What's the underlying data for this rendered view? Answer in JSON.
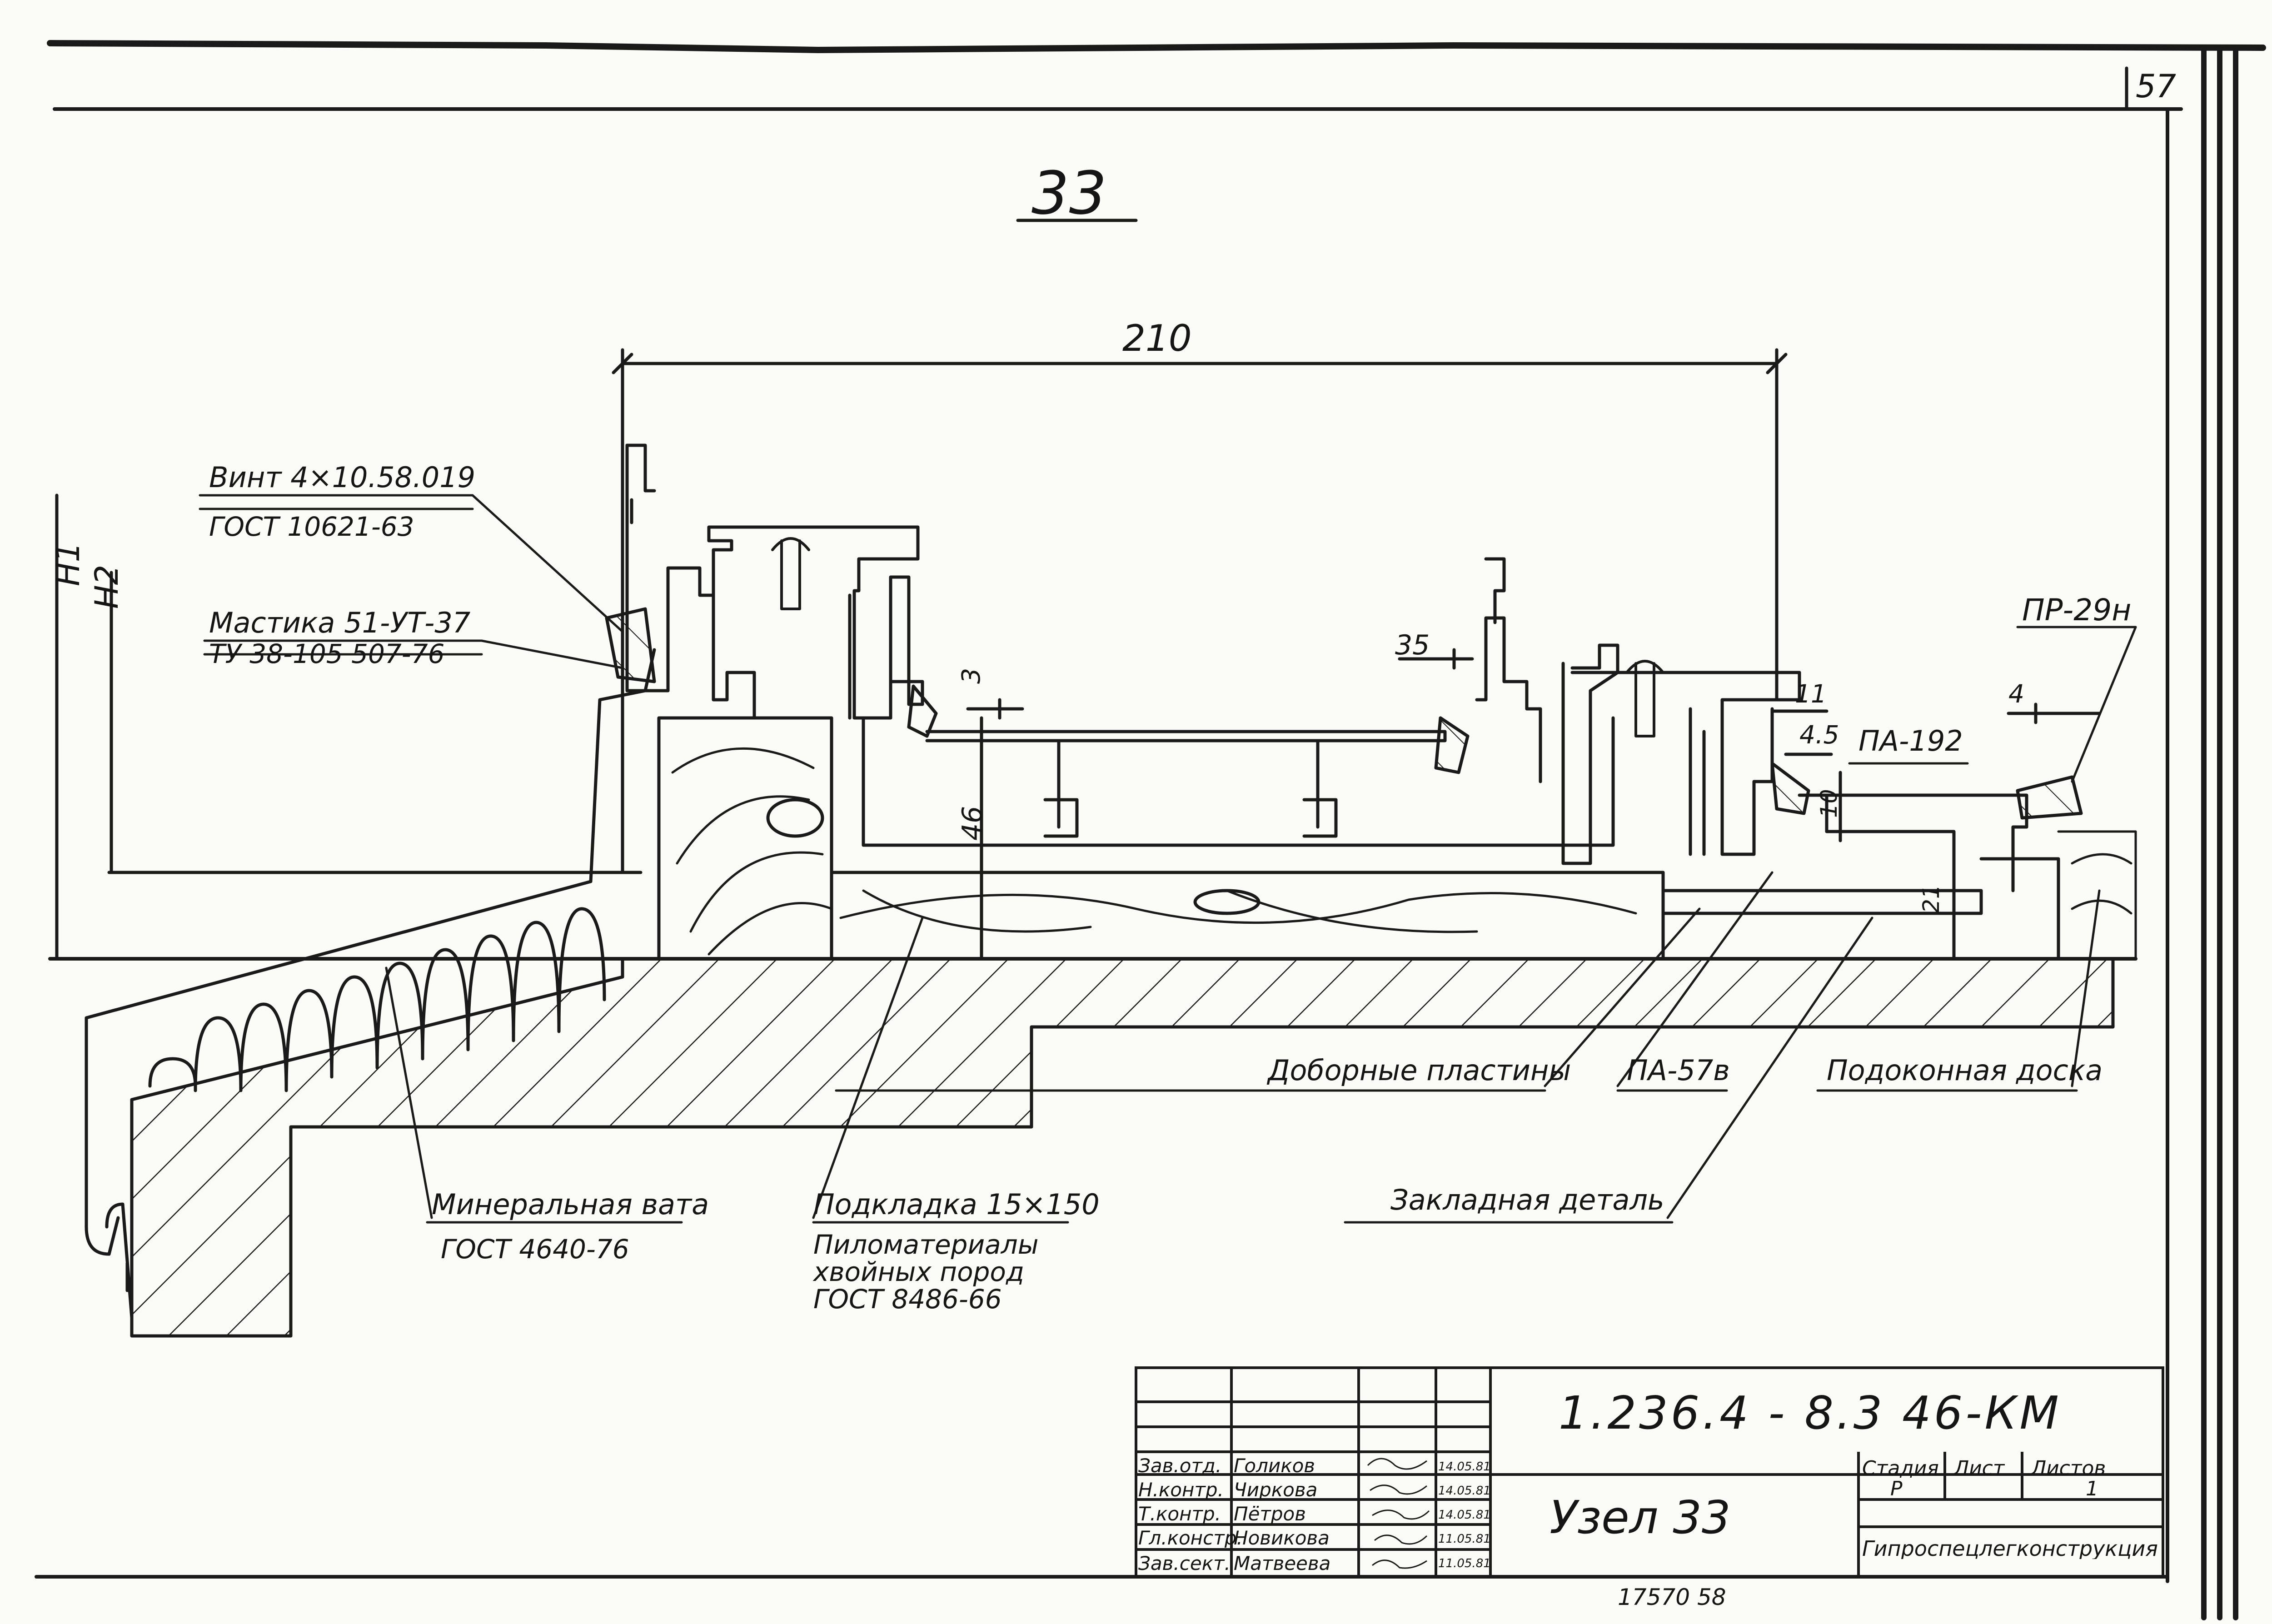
{
  "sheet": {
    "page_number": "57",
    "detail_heading": "33",
    "bottom_stamp": "17570  58"
  },
  "dimensions": {
    "overall_width": "210",
    "h1": "H1",
    "h2": "H2",
    "d35": "35",
    "d3": "3",
    "d46": "46",
    "d11": "11",
    "d45": "4.5",
    "d4": "4",
    "d10": "10",
    "d21": "21"
  },
  "callouts": {
    "screw": "Винт  4×10.58.019",
    "screw_std": "ГОСТ 10621-63",
    "mastic": "Мастика 51-УТ-37",
    "mastic_std": "ТУ 38-105 507-76",
    "profile_pr29": "ПР-29н",
    "profile_pa192": "ПА-192",
    "extra_plates": "Доборные пластины",
    "profile_pa57": "ПА-57в",
    "sill_board": "Подоконная доска",
    "embedded_part": "Закладная деталь",
    "mineral_wool": "Минеральная вата",
    "mineral_wool_std": "ГОСТ 4640-76",
    "pad": "Подкладка 15×150",
    "pad_line1": "Пиломатериалы",
    "pad_line2": "хвойных  пород",
    "pad_std": "ГОСТ 8486-66"
  },
  "title_block": {
    "code": "1.236.4 - 8.3   46-КМ",
    "title": "Узел 33",
    "stage_header": "Стадия",
    "sheet_header": "Лист",
    "sheets_header": "Листов",
    "stage": "Р",
    "sheets": "1",
    "organization": "Гипроспецлегконструкция",
    "staff": [
      {
        "role": "Зав.отд.",
        "name": "Голиков",
        "date": "14.05.81"
      },
      {
        "role": "Н.контр.",
        "name": "Чиркова",
        "date": "14.05.81"
      },
      {
        "role": "Т.контр.",
        "name": "Пётров",
        "date": "14.05.81"
      },
      {
        "role": "Гл.констр.",
        "name": "Новикова",
        "date": "11.05.81"
      },
      {
        "role": "Зав.сект.",
        "name": "Матвеева",
        "date": "11.05.81"
      }
    ]
  },
  "colors": {
    "ink": "#1a1a1a",
    "paper": "#fbfbf8"
  }
}
